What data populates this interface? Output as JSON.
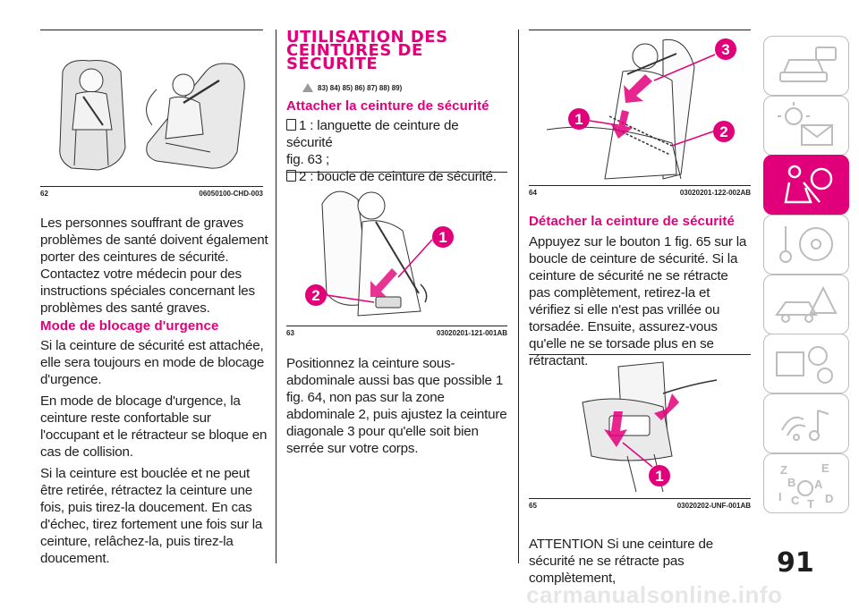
{
  "col1": {
    "fig": {
      "num": "62",
      "code": "06050100-CHD-003"
    },
    "intro": "Les personnes souffrant de graves problèmes de santé doivent également porter des ceintures de sécurité. Contactez votre médecin pour des instructions spéciales concernant les problèmes des santé graves.",
    "heading": "Mode de blocage d'urgence",
    "p1": "Si la ceinture de sécurité est attachée, elle sera toujours en mode de blocage d'urgence.",
    "p2": "En mode de blocage d'urgence, la ceinture reste confortable sur l'occupant et le rétracteur se bloque en cas de collision.",
    "p3": "Si la ceinture est bouclée et ne peut être retirée, rétractez la ceinture une fois, puis tirez-la doucement. En cas d'échec, tirez fortement une fois sur la ceinture, relâchez-la, puis tirez-la doucement."
  },
  "col2": {
    "title_l1": "UTILISATION DES",
    "title_l2": "CEINTURES DE",
    "title_l3": "SÉCURITÉ",
    "refs": "83) 84) 85) 86) 87) 88) 89)",
    "heading": "Attacher la ceinture de sécurité",
    "item1": "1 : languette de ceinture de sécurité",
    "item1b": "fig. 63 ;",
    "item2": "2 : boucle de ceinture de sécurité.",
    "fig": {
      "num": "63",
      "code": "03020201-121-001AB",
      "callout1": "1",
      "callout2": "2"
    },
    "para": "Positionnez la ceinture sous-abdominale aussi bas que possible 1 fig. 64, non pas sur la zone abdominale 2, puis ajustez la ceinture diagonale 3 pour qu'elle soit bien serrée sur votre corps."
  },
  "col3": {
    "fig64": {
      "num": "64",
      "code": "03020201-122-002AB",
      "callout1": "1",
      "callout2": "2",
      "callout3": "3"
    },
    "heading": "Détacher la ceinture de sécurité",
    "para": "Appuyez sur le bouton 1 fig. 65 sur la boucle de ceinture de sécurité. Si la ceinture de sécurité ne se rétracte pas complètement, retirez-la et vérifiez si elle n'est pas vrillée ou torsadée. Ensuite, assurez-vous qu'elle ne se torsade plus en se rétractant.",
    "fig65": {
      "num": "65",
      "code": "03020202-UNF-001AB",
      "callout1": "1"
    },
    "attention": "ATTENTION Si une ceinture de sécurité ne se rétracte pas complètement,"
  },
  "sidebar": {
    "tabs": [
      {
        "icon": "car-dashboard-icon"
      },
      {
        "icon": "warning-lights-icon"
      },
      {
        "icon": "airbag-safety-icon",
        "active": true
      },
      {
        "icon": "key-steering-icon"
      },
      {
        "icon": "road-warning-icon"
      },
      {
        "icon": "maintenance-gear-icon"
      },
      {
        "icon": "multimedia-icon"
      },
      {
        "icon": "index-letters-icon"
      }
    ],
    "index_letters": [
      "Z",
      "E",
      "B",
      "A",
      "I",
      "C",
      "T",
      "D"
    ]
  },
  "page_number": "91",
  "watermark": "carmanualsonline.info",
  "colors": {
    "accent": "#e2007a"
  }
}
